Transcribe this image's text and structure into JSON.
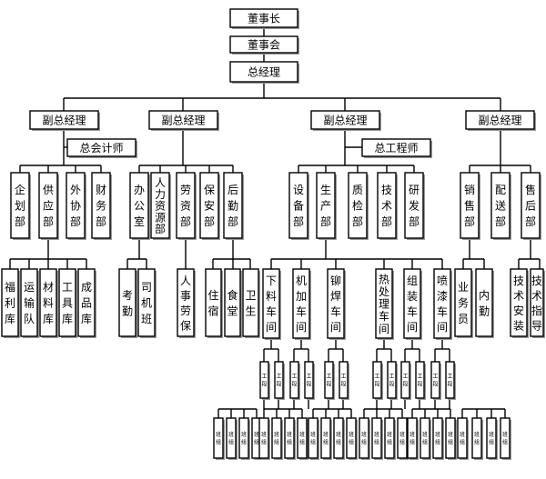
{
  "top": {
    "chairman": "董事长",
    "board": "董事会",
    "gm": "总经理"
  },
  "vps": [
    "副总经理",
    "副总经理",
    "副总经理",
    "副总经理"
  ],
  "chief_accountant": "总会计师",
  "chief_engineer": "总工程师",
  "departments": {
    "planning": "企划部",
    "supply": "供应部",
    "outsourcing": "外协部",
    "finance": "财务部",
    "office": "办公室",
    "hr": "人力资源部",
    "labor": "劳资部",
    "security": "保安部",
    "logistics": "后勤部",
    "equipment": "设备部",
    "production": "生产部",
    "quality": "质检部",
    "tech": "技术部",
    "rnd": "研发部",
    "sales": "销售部",
    "delivery": "配送部",
    "after_sales": "售后部"
  },
  "sub_units": {
    "welfare_store": "福利库",
    "transport_team": "运输队",
    "material_store": "材料库",
    "tool_store": "工具库",
    "product_store": "成品库",
    "attendance": "考勤",
    "driver_team": "司机班",
    "labor_protection": "人事劳保",
    "housing": "住宿",
    "canteen": "食堂",
    "hygiene": "卫生",
    "blanking_shop": "下料车间",
    "machining_shop": "机加车间",
    "riveting_shop": "铆焊车间",
    "heat_treatment_shop": "热处理车间",
    "assembly_shop": "组装车间",
    "painting_shop": "喷漆车间",
    "salesman": "业务员",
    "internal_service": "内勤",
    "tech_install": "技术安装",
    "tech_guidance": "技术指导"
  },
  "work_section_label": "工段",
  "team_label": "班组"
}
